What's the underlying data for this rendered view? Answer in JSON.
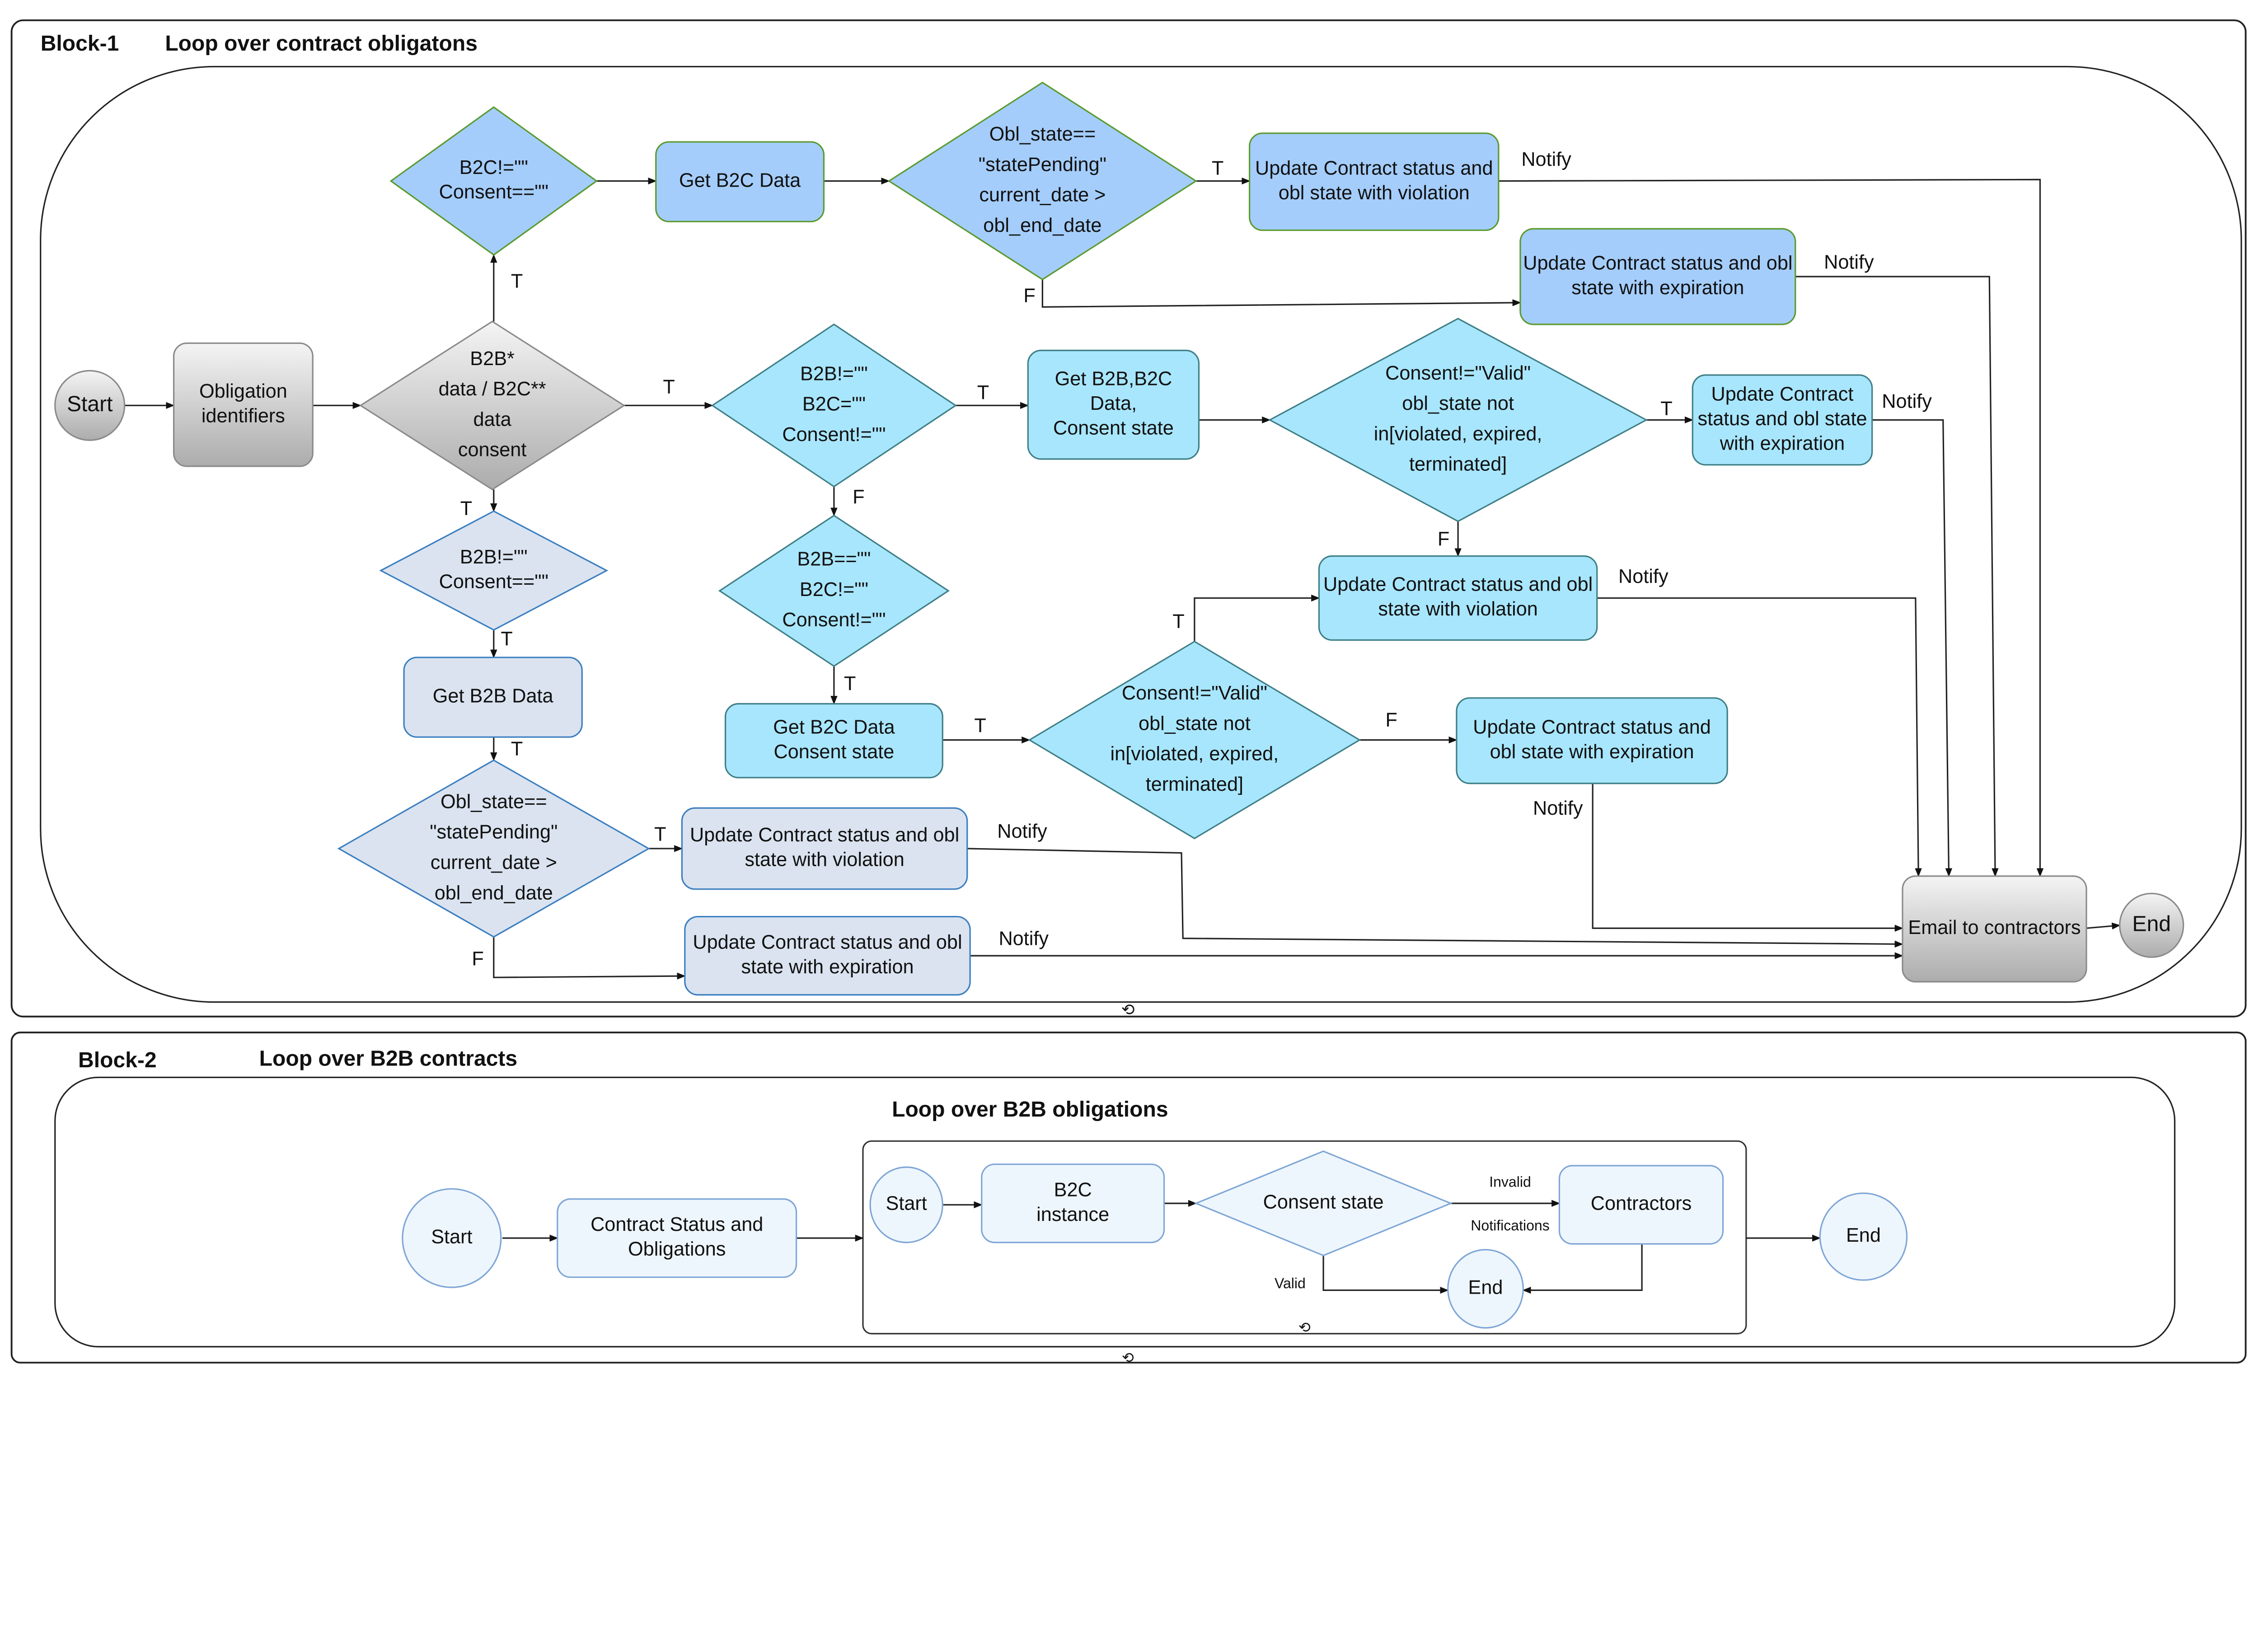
{
  "colors": {
    "blue_fill": "#a4cdfb",
    "blue_stroke": "#5a9a2e",
    "cyan_fill": "#a8e6fd",
    "cyan_stroke": "#3f7f86",
    "greyblue_fill": "#dae3ef",
    "greyblue_stroke": "#3c7fc0",
    "light_fill": "#eef6fd",
    "light_stroke": "#7fa6d6",
    "gray_top": "#f4f4f4",
    "gray_bottom": "#acacac"
  },
  "block1": {
    "label": "Block-1",
    "title": "Loop over contract obligatons",
    "loop_icon": "loop-icon",
    "nodes": {
      "start": {
        "lines": [
          "Start"
        ]
      },
      "oblid": {
        "lines": [
          "Obligation",
          "identifiers"
        ]
      },
      "dmain": {
        "lines": [
          "B2B*",
          "data / B2C**",
          "data",
          "consent"
        ]
      },
      "d_b2c": {
        "lines": [
          "B2C!=\"\"",
          "Consent==\"\""
        ]
      },
      "get_b2c": {
        "lines": [
          "Get B2C Data"
        ]
      },
      "d_obl1": {
        "lines": [
          "Obl_state==",
          "\"statePending\"",
          "current_date >",
          "obl_end_date"
        ]
      },
      "upd_v1": {
        "lines": [
          "Update Contract status and",
          "obl state with violation"
        ]
      },
      "upd_e1": {
        "lines": [
          "Update Contract status and obl",
          "state with expiration"
        ]
      },
      "d_b2b_b2c": {
        "lines": [
          "B2B!=\"\"",
          "B2C=\"\"",
          "Consent!=\"\""
        ]
      },
      "get_b2bb2c": {
        "lines": [
          "Get B2B,B2C",
          "Data,",
          "Consent state"
        ]
      },
      "d_consent1": {
        "lines": [
          "Consent!=\"Valid\"",
          "obl_state not",
          "in[violated, expired,",
          "terminated]"
        ]
      },
      "upd_e2": {
        "lines": [
          "Update Contract",
          "status and obl state",
          "with expiration"
        ]
      },
      "upd_v2": {
        "lines": [
          "Update Contract status and obl",
          "state with violation"
        ]
      },
      "d_b2c2": {
        "lines": [
          "B2B==\"\"",
          "B2C!=\"\"",
          "Consent!=\"\""
        ]
      },
      "get_b2c2": {
        "lines": [
          "Get B2C Data",
          "Consent state"
        ]
      },
      "d_consent2": {
        "lines": [
          "Consent!=\"Valid\"",
          "obl_state not",
          "in[violated, expired,",
          "terminated]"
        ]
      },
      "upd_e3": {
        "lines": [
          "Update Contract status and",
          "obl state with expiration"
        ]
      },
      "d_b2b": {
        "lines": [
          "B2B!=\"\"",
          "Consent==\"\""
        ]
      },
      "get_b2b": {
        "lines": [
          "Get B2B Data"
        ]
      },
      "d_obl2": {
        "lines": [
          "Obl_state==",
          "\"statePending\"",
          "current_date >",
          "obl_end_date"
        ]
      },
      "upd_v3": {
        "lines": [
          "Update Contract status and obl",
          "state with violation"
        ]
      },
      "upd_e4": {
        "lines": [
          "Update Contract status and obl",
          "state with expiration"
        ]
      },
      "email": {
        "lines": [
          "Email to contractors"
        ]
      },
      "end": {
        "lines": [
          "End"
        ]
      }
    },
    "edge_labels": [
      "T",
      "T",
      "F",
      "Notify",
      "Notify",
      "T",
      "T",
      "T",
      "Notify",
      "F",
      "F",
      "Notify",
      "T",
      "T",
      "T",
      "F",
      "Notify",
      "T",
      "T",
      "T",
      "T",
      "F",
      "Notify",
      "Notify"
    ]
  },
  "block2": {
    "label": "Block-2",
    "title": "Loop over B2B contracts",
    "inner_title": "Loop over B2B obligations",
    "nodes": {
      "start2": {
        "lines": [
          "Start"
        ]
      },
      "csob": {
        "lines": [
          "Contract Status and",
          "Obligations"
        ]
      },
      "start3": {
        "lines": [
          "Start"
        ]
      },
      "b2ci": {
        "lines": [
          "B2C",
          "instance"
        ]
      },
      "cstate": {
        "lines": [
          "Consent state"
        ]
      },
      "contr": {
        "lines": [
          "Contractors"
        ]
      },
      "end3": {
        "lines": [
          "End"
        ]
      },
      "end2": {
        "lines": [
          "End"
        ]
      }
    },
    "edge_labels": [
      "Invalid",
      "Notifications",
      "Valid"
    ]
  }
}
